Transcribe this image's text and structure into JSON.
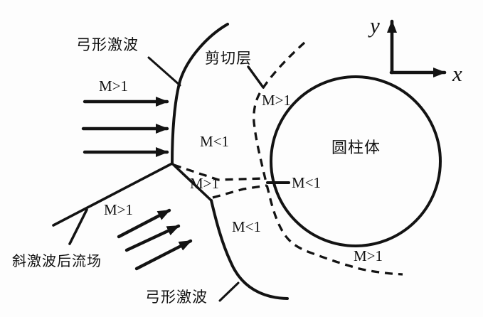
{
  "figure": {
    "type": "flow-physics-schematic",
    "background_color": "#fdfdfd",
    "ink_color": "#131313"
  },
  "labels": {
    "bow_shock_top": "弓形激波",
    "shear_layer": "剪切层",
    "cylinder": "圆柱体",
    "oblique_flow_field": "斜激波后流场",
    "bow_shock_bottom": "弓形激波"
  },
  "axes": {
    "x_label": "x",
    "y_label": "y"
  },
  "mach_labels": {
    "freestream": "M>1",
    "upper_subsonic": "M<1",
    "shear_top": "M>1",
    "triple_point": "M>1",
    "right_subsonic": "M<1",
    "behind_oblique": "M>1",
    "lower_subsonic": "M<1",
    "wake": "M>1"
  }
}
